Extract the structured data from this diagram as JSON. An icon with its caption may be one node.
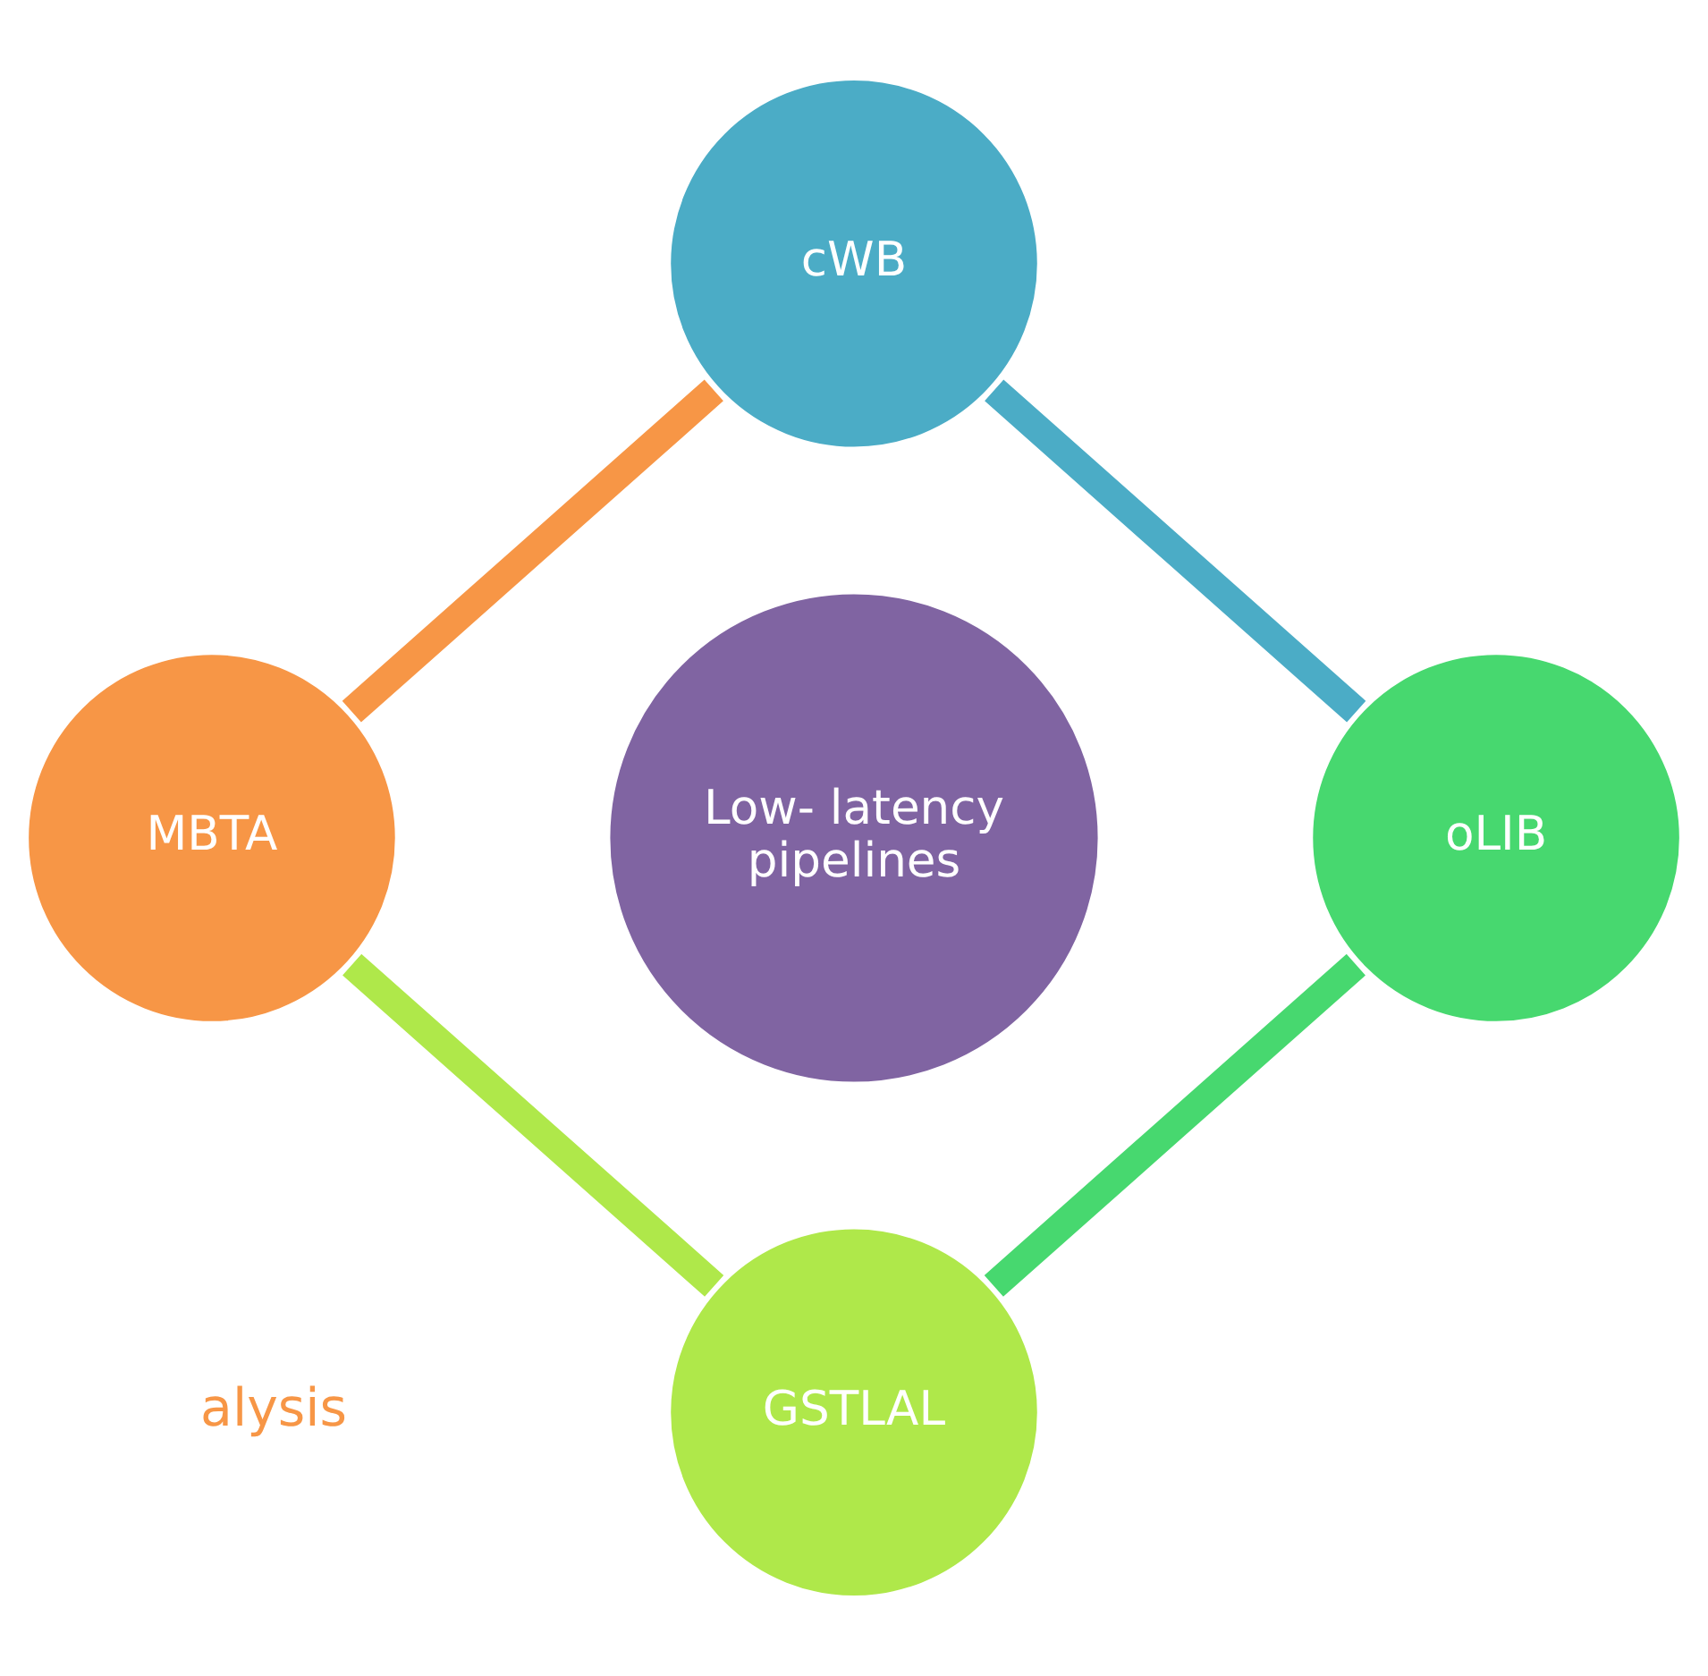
{
  "diagram": {
    "nodes": [
      {
        "text": [
          "cWB"
        ]
      },
      {
        "text": [
          "MBTA"
        ]
      },
      {
        "text": [
          "Low- latency pipelines"
        ]
      },
      {
        "text": [
          "oLIB"
        ]
      },
      {
        "text": [
          "GSTLAL"
        ]
      }
    ],
    "edges": [
      {
        "from": 1,
        "to": 0,
        "arrow": "none",
        "color": "#f79646"
      },
      {
        "from": 0,
        "to": 3,
        "arrow": "none",
        "color": "#4bacc6"
      },
      {
        "from": 3,
        "to": 4,
        "arrow": "none",
        "color": "#47d86f"
      },
      {
        "from": 4,
        "to": 1,
        "arrow": "none",
        "color": "#afe84a"
      }
    ],
    "labels": [
      "alysis"
    ]
  }
}
